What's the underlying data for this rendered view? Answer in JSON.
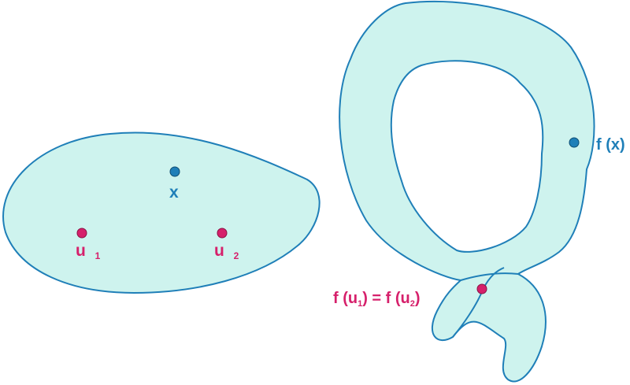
{
  "colors": {
    "region_fill": "#cef3ee",
    "region_stroke": "#1f7fb8",
    "blue_point": "#1f7fb8",
    "magenta_point": "#d6206b"
  },
  "domain": {
    "point_x": {
      "label": "x"
    },
    "point_u1": {
      "base": "u",
      "sub": "1"
    },
    "point_u2": {
      "base": "u",
      "sub": "2"
    }
  },
  "image": {
    "fx": {
      "label": "f (x)"
    },
    "fu": {
      "prefix": "f (u",
      "sub1": "1",
      "middle": ") = f (u",
      "sub2": "2",
      "suffix": ")"
    }
  }
}
